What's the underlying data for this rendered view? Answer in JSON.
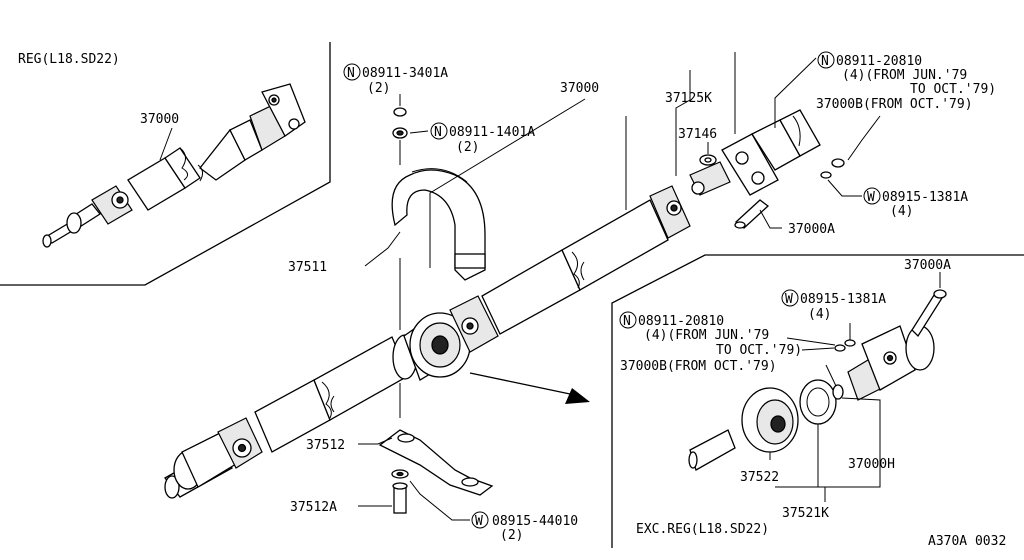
{
  "labels": {
    "reg_variant": "REG(L18.SD22)",
    "exc_variant": "EXC.REG(L18.SD22)",
    "figure_code": "A370A 0032",
    "p_37000_small": "37000",
    "p_37000_main": "37000",
    "p_37125K": "37125K",
    "p_37146": "37146",
    "p_37000B_top": "37000B(FROM OCT.'79)",
    "p_37000A_top": "37000A",
    "p_37511": "37511",
    "p_37512": "37512",
    "p_37512A": "37512A",
    "p_37000A_inset": "37000A",
    "p_37000B_inset": "37000B(FROM OCT.'79)",
    "p_37522": "37522",
    "p_37521K": "37521K",
    "p_37000H": "37000H"
  },
  "callouts": {
    "nut_3401A": {
      "symbol": "N",
      "part": "08911-3401A",
      "qty": "(2)"
    },
    "nut_1401A": {
      "symbol": "N",
      "part": "08911-1401A",
      "qty": "(2)"
    },
    "nut_20810_top": {
      "symbol": "N",
      "part": "08911-20810",
      "note1": "(4)(FROM JUN.'79",
      "note2": "TO OCT.'79)"
    },
    "washer_1381A_top": {
      "symbol": "W",
      "part": "08915-1381A",
      "qty": "(4)"
    },
    "washer_1381A_inset": {
      "symbol": "W",
      "part": "08915-1381A",
      "qty": "(4)"
    },
    "nut_20810_inset": {
      "symbol": "N",
      "part": "08911-20810",
      "note1": "(4)(FROM JUN.'79",
      "note2": "TO OCT.'79)"
    },
    "washer_44010": {
      "symbol": "W",
      "part": "08915-44010",
      "qty": "(2)"
    }
  }
}
